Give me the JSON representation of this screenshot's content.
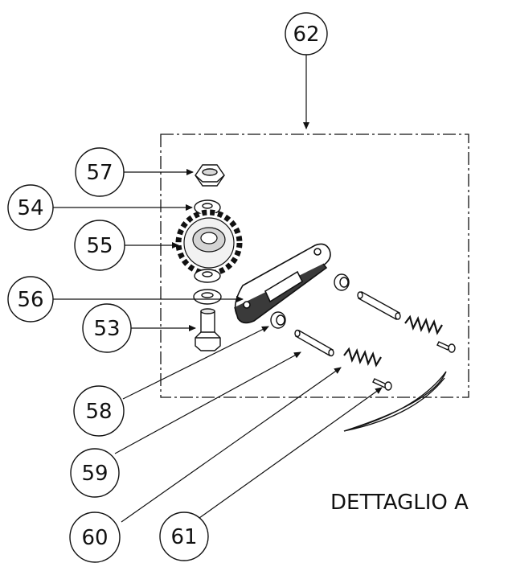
{
  "drawing": {
    "caption": "DETTAGLIO A",
    "line_color": "#111111",
    "background": "#ffffff"
  },
  "balloons": [
    {
      "id": "b62",
      "label": "62"
    },
    {
      "id": "b57",
      "label": "57"
    },
    {
      "id": "b54",
      "label": "54"
    },
    {
      "id": "b55",
      "label": "55"
    },
    {
      "id": "b56",
      "label": "56"
    },
    {
      "id": "b53",
      "label": "53"
    },
    {
      "id": "b58",
      "label": "58"
    },
    {
      "id": "b59",
      "label": "59"
    },
    {
      "id": "b60",
      "label": "60"
    },
    {
      "id": "b61",
      "label": "61"
    }
  ]
}
